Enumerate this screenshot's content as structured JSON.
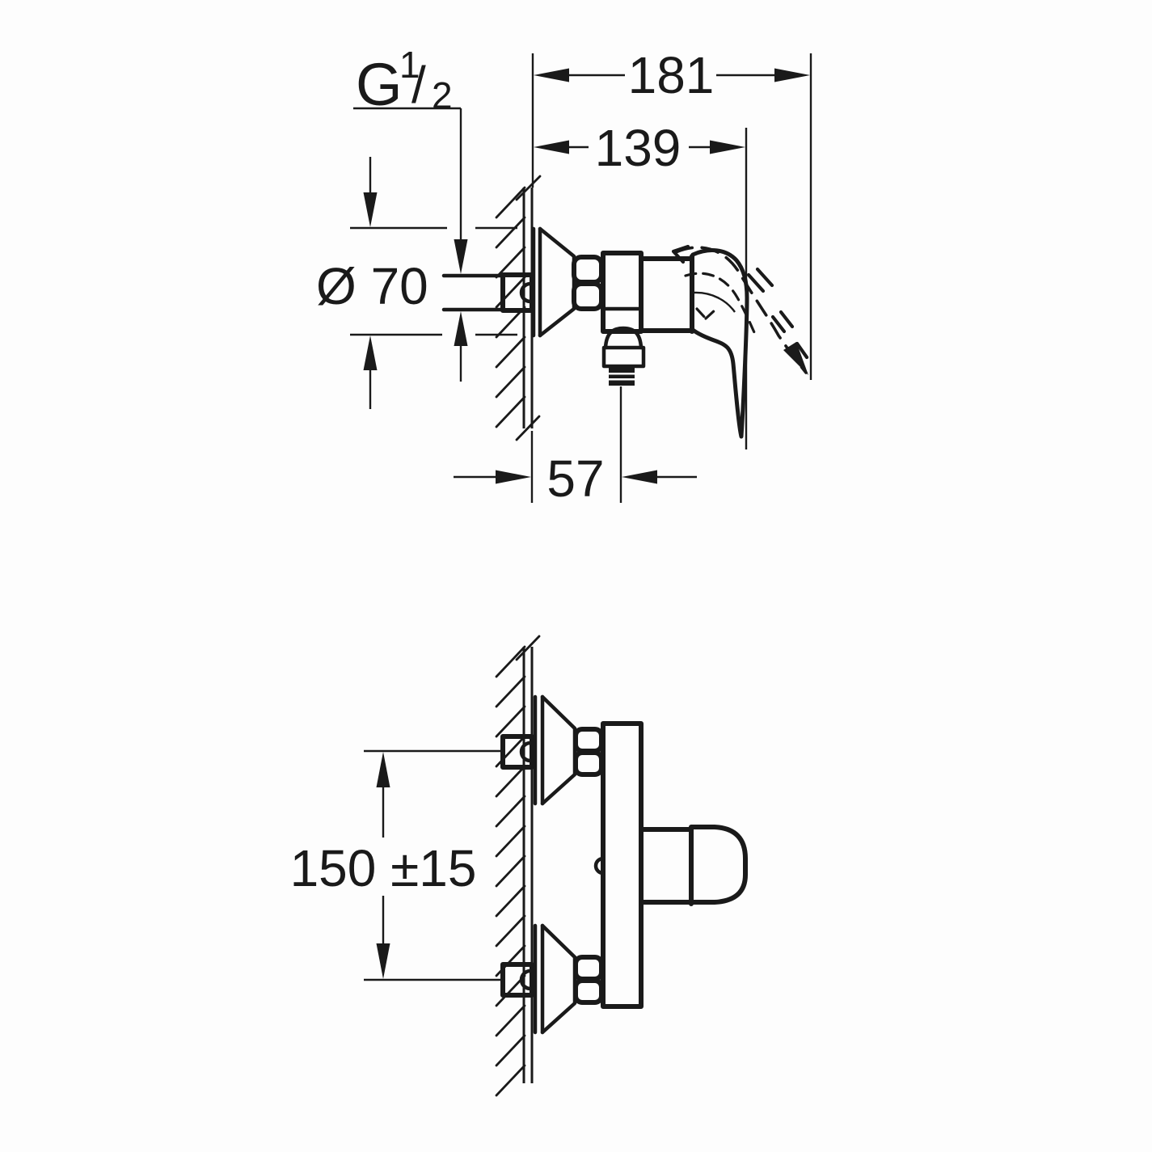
{
  "colors": {
    "ink": "#1a1a1a",
    "paper": "#fdfdfd"
  },
  "thread_label": {
    "prefix": "G",
    "numerator": "1",
    "slash": "/",
    "denominator": "2"
  },
  "dimensions": {
    "overall_depth": {
      "value": "181"
    },
    "depth_to_handle": {
      "value": "139"
    },
    "escutcheon_diameter": {
      "value": "Ø 70"
    },
    "outlet_offset": {
      "value": "57"
    },
    "inlet_spacing": {
      "value": "150 ±15"
    }
  }
}
